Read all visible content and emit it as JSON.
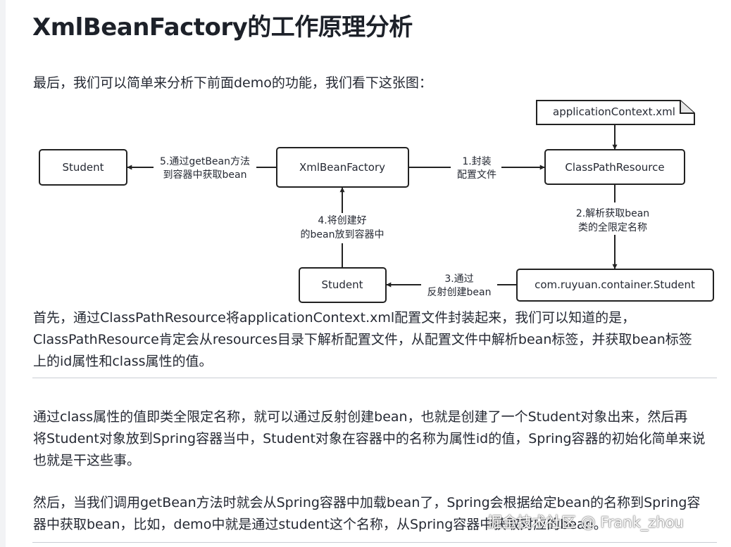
{
  "article": {
    "title": "XmlBeanFactory的工作原理分析",
    "intro": "最后，我们可以简单来分析下前面demo的功能，我们看下这张图：",
    "para1": [
      "首先，通过ClassPathResource将applicationContext.xml配置文件封装起来，我们可以知道的是，",
      "ClassPathResource肯定会从resources目录下解析配置文件，从配置文件中解析bean标签，并获取bean标签",
      "上的id属性和class属性的值。"
    ],
    "para2": [
      "通过class属性的值即类全限定名称，就可以通过反射创建bean，也就是创建了一个Student对象出来，然后再",
      "将Student对象放到Spring容器当中，Student对象在容器中的名称为属性id的值，Spring容器的初始化简单来说",
      "也就是干这些事。"
    ],
    "para3": [
      "然后，当我们调用getBean方法时就会从Spring容器中加载bean了，Spring会根据给定bean的名称到Spring容",
      "器中获取bean，比如，demo中就是通过student这个名称，从Spring容器中获取对应的bean。"
    ]
  },
  "diagram": {
    "nodes": {
      "file": "applicationContext.xml",
      "student_left": "Student",
      "xml_bean_factory": "XmlBeanFactory",
      "class_path_resource": "ClassPathResource",
      "student_bottom": "Student",
      "student_class": "com.ruyuan.container.Student"
    },
    "edges": {
      "step1": [
        "1.封装",
        "配置文件"
      ],
      "step2": [
        "2.解析获取bean",
        "类的全限定名称"
      ],
      "step3": [
        "3.通过",
        "反射创建bean"
      ],
      "step4": [
        "4.将创建好",
        "的bean放到容器中"
      ],
      "step5": [
        "5.通过getBean方法",
        "到容器中获取bean"
      ]
    }
  },
  "watermark": "掘金技术社区 @ Frank_zhou"
}
